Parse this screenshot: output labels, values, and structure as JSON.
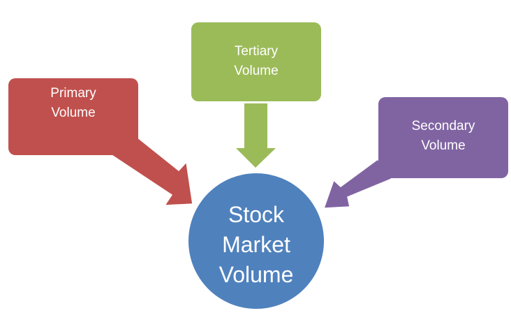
{
  "diagram": {
    "center": {
      "label_lines": [
        "Stock",
        "Market",
        "Volume"
      ],
      "color": "#4F81BD"
    },
    "nodes": [
      {
        "id": "primary",
        "label_lines": [
          "Primary",
          "Volume"
        ],
        "color": "#C0504D",
        "arrow_direction": "down-right"
      },
      {
        "id": "tertiary",
        "label_lines": [
          "Tertiary",
          "Volume"
        ],
        "color": "#9BBB59",
        "arrow_direction": "down"
      },
      {
        "id": "secondary",
        "label_lines": [
          "Secondary",
          "Volume"
        ],
        "color": "#8064A2",
        "arrow_direction": "down-left"
      }
    ]
  }
}
